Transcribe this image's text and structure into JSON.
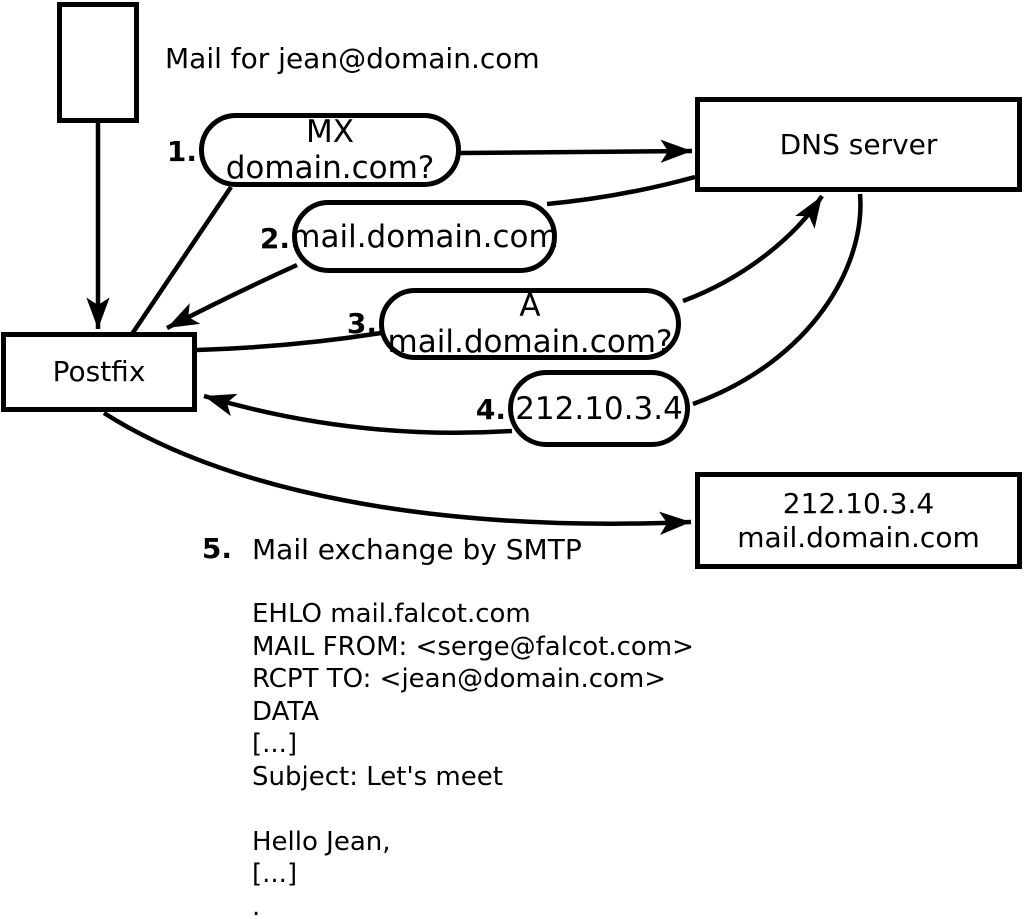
{
  "note": "Mail for jean@domain.com",
  "nodes": {
    "postfix": {
      "label": "Postfix"
    },
    "dns": {
      "label": "DNS server"
    },
    "destination": {
      "line1": "212.10.3.4",
      "line2": "mail.domain.com"
    }
  },
  "steps": [
    {
      "num": "1.",
      "label": "MX domain.com?"
    },
    {
      "num": "2.",
      "label": "mail.domain.com"
    },
    {
      "num": "3.",
      "label": "A mail.domain.com?"
    },
    {
      "num": "4.",
      "label": "212.10.3.4"
    },
    {
      "num": "5.",
      "label": "Mail exchange by SMTP"
    }
  ],
  "smtp_session": {
    "lines": [
      "EHLO mail.falcot.com",
      "MAIL FROM: <serge@falcot.com>",
      "RCPT TO: <jean@domain.com>",
      "DATA",
      "[...]",
      "Subject: Let's meet",
      "",
      "Hello Jean,",
      "[...]",
      "."
    ]
  },
  "colors": {
    "stroke": "#000000",
    "background": "#ffffff"
  }
}
